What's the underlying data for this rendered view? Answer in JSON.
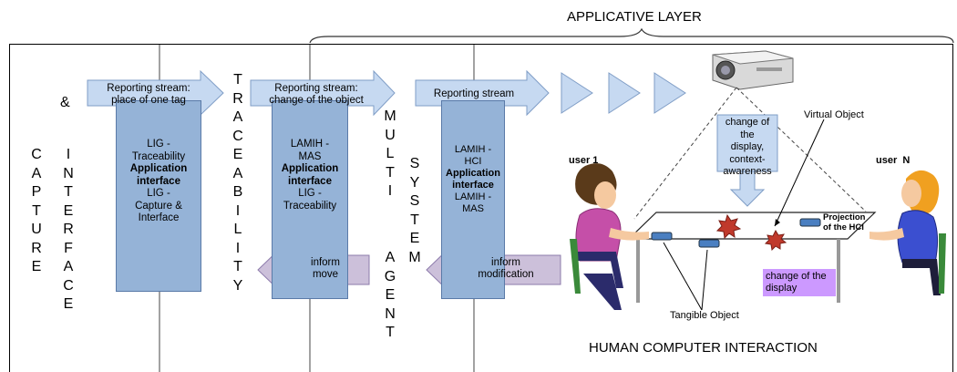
{
  "header": {
    "applicative_layer": "APPLICATIVE LAYER"
  },
  "layers": {
    "capture": "CAPTURE",
    "ampersand": "&",
    "interface": "INTERFACE",
    "traceability": "TRACEABILITY",
    "multi": "MULTI",
    "agent": "AGENT",
    "system": "SYSTEM"
  },
  "columns": [
    {
      "top": "Reporting stream:",
      "top2": "place of one tag",
      "l1": "LIG -",
      "l2": "Traceability",
      "b1": "Application",
      "b2": "interface",
      "l3": "LIG -",
      "l4": "Capture &",
      "l5": "Interface"
    },
    {
      "top": "Reporting stream:",
      "top2": "change of the object",
      "l1": "LAMIH -",
      "l2": "MAS",
      "b1": "Application",
      "b2": "interface",
      "l3": "LIG -",
      "l4": "Traceability",
      "bottom": "inform",
      "bottom2": "move"
    },
    {
      "top": "Reporting stream",
      "l1": "LAMIH -",
      "l2": "HCI",
      "b1": "Application",
      "b2": "interface",
      "l3": "LAMIH -",
      "l4": "MAS",
      "bottom": "inform",
      "bottom2": "modification"
    }
  ],
  "hci": {
    "display_change_1": "change of the",
    "display_change_2": "display,",
    "display_change_3": "context-",
    "display_change_4": "awareness",
    "virtual_object": "Virtual Object",
    "user1": "user 1",
    "userN": "user  N",
    "projection_1": "Projection",
    "projection_2": "of the HCI",
    "display_box_1": "change of the",
    "display_box_2": "display",
    "tangible": "Tangible Object",
    "footer": "HUMAN COMPUTER INTERACTION"
  },
  "colors": {
    "column": "#95b3d7",
    "arrow_light": "#c6d9f1",
    "arrow_back": "#ccc0da",
    "display_box": "#cc99ff"
  }
}
